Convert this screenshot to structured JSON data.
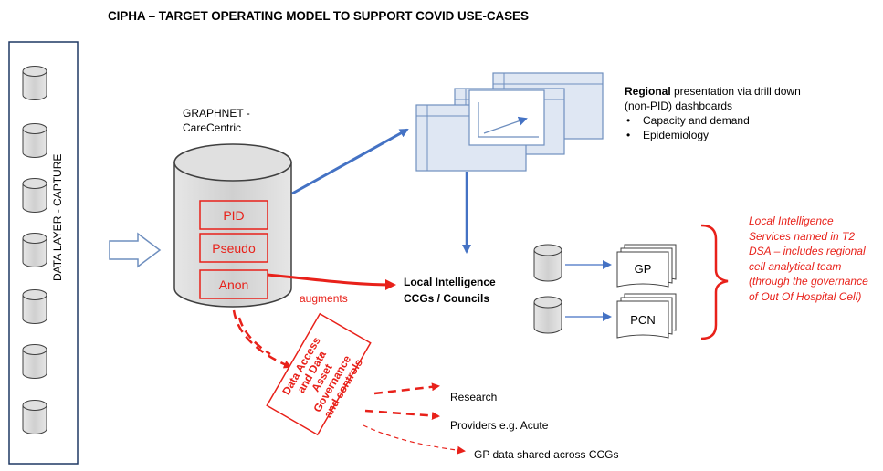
{
  "title": "CIPHA – TARGET OPERATING MODEL TO SUPPORT COVID USE-CASES",
  "data_layer_label": "DATA LAYER - CAPTURE",
  "graphnet": {
    "label_line1": "GRAPHNET -",
    "label_line2": "CareCentric",
    "boxes": [
      "PID",
      "Pseudo",
      "Anon"
    ]
  },
  "regional": {
    "bold": "Regional",
    "text": " presentation via drill down (non-PID) dashboards",
    "bullets": [
      "Capacity and demand",
      "Epidemiology"
    ]
  },
  "local_intelligence": {
    "line1": "Local Intelligence",
    "line2": "CCGs / Councils"
  },
  "augments_label": "augments",
  "outputs": {
    "gp": "GP",
    "pcn": "PCN"
  },
  "red_note": "Local Intelligence Services named in T2 DSA – includes regional cell analytical team (through the governance of Out Of Hospital Cell)",
  "governance_box": [
    "Data Access",
    "and Data",
    "Asset",
    "Governance",
    "and controls"
  ],
  "governance_outputs": {
    "research": "Research",
    "providers": "Providers e.g. Acute",
    "gp_shared": "GP data shared across CCGs"
  },
  "colors": {
    "red": "#e8211a",
    "blue_arrow": "#4472c4",
    "cylinder_fill": "#d9d9d9",
    "dashboard_fill": "#dfe7f3",
    "dashboard_stroke": "#6f8fbf"
  }
}
